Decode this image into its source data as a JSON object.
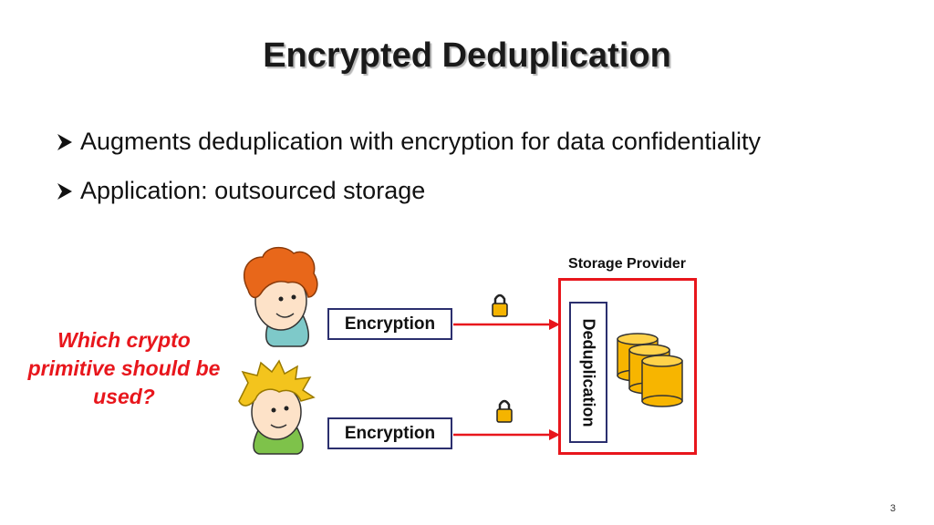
{
  "slide": {
    "title": "Encrypted Deduplication",
    "bullets": [
      "Augments deduplication with encryption for data confidentiality",
      "Application: outsourced storage"
    ],
    "question": "Which crypto primitive should be used?",
    "page_number": "3"
  },
  "diagram": {
    "clients": [
      {
        "icon": "red-haired-user-icon",
        "box_label": "Encryption"
      },
      {
        "icon": "blond-user-icon",
        "box_label": "Encryption"
      }
    ],
    "storage_provider": {
      "label": "Storage Provider",
      "component_label": "Deduplication",
      "icon": "database-stack-icon"
    },
    "colors": {
      "accent_red": "#e8161c",
      "box_border": "#2b2f6e",
      "database_fill": "#f7b500",
      "lock": "#f5b400"
    }
  }
}
